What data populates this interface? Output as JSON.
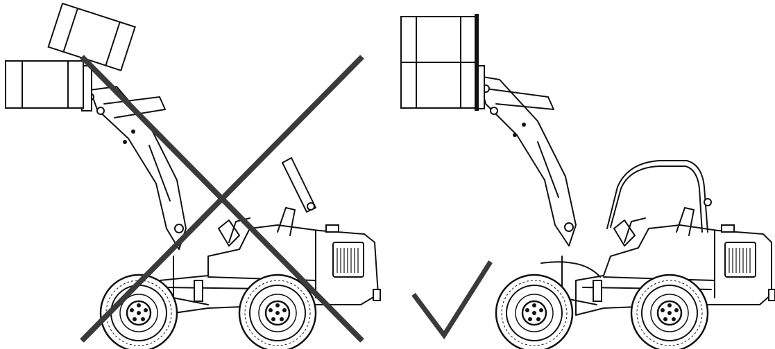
{
  "figure": {
    "panels": [
      {
        "id": "wrong",
        "verdict": "incorrect",
        "mark_icon": "cross-mark-icon",
        "subject": "wheel-loader-without-cab",
        "load": "two-tilted-bales-on-forks"
      },
      {
        "id": "right",
        "verdict": "correct",
        "mark_icon": "check-mark-icon",
        "subject": "wheel-loader-with-cab-and-load-guard",
        "load": "two-stacked-bales-behind-guard"
      }
    ],
    "colors": {
      "line": "#111111",
      "mark": "#3a3a3a",
      "background": "#ffffff"
    }
  }
}
